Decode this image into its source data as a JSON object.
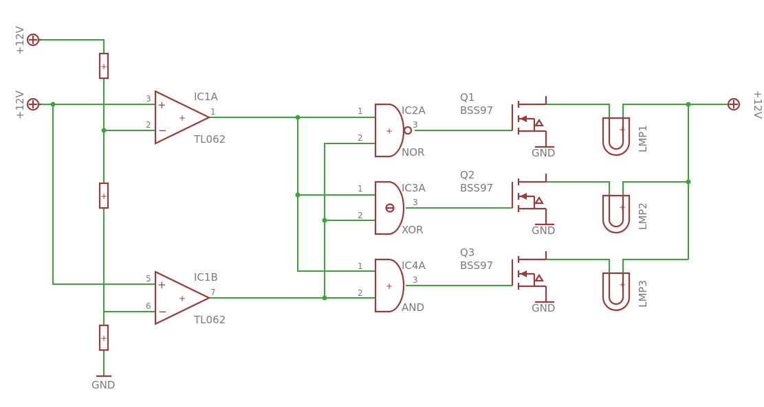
{
  "supply": {
    "label": "+12V"
  },
  "ground": {
    "label": "GND"
  },
  "opamps": [
    {
      "name": "IC1A",
      "value": "TL062",
      "pin_plus": "3",
      "pin_minus": "2",
      "pin_out": "1"
    },
    {
      "name": "IC1B",
      "value": "TL062",
      "pin_plus": "5",
      "pin_minus": "6",
      "pin_out": "7"
    }
  ],
  "gates": [
    {
      "name": "IC2A",
      "type": "NOR",
      "pin_a": "1",
      "pin_b": "2",
      "pin_out": "3"
    },
    {
      "name": "IC3A",
      "type": "XOR",
      "pin_a": "1",
      "pin_b": "2",
      "pin_out": "3"
    },
    {
      "name": "IC4A",
      "type": "AND",
      "pin_a": "1",
      "pin_b": "2",
      "pin_out": "3"
    }
  ],
  "transistors": [
    {
      "name": "Q1",
      "value": "BSS97"
    },
    {
      "name": "Q2",
      "value": "BSS97"
    },
    {
      "name": "Q3",
      "value": "BSS97"
    }
  ],
  "lamps": [
    {
      "name": "LMP1"
    },
    {
      "name": "LMP2"
    },
    {
      "name": "LMP3"
    }
  ],
  "symbols": {
    "plus": "+",
    "minus": "−",
    "small_plus": "+"
  },
  "colors": {
    "wire": "#3aa33a",
    "symbol": "#9a3a3a",
    "label": "#7a7a7a"
  }
}
